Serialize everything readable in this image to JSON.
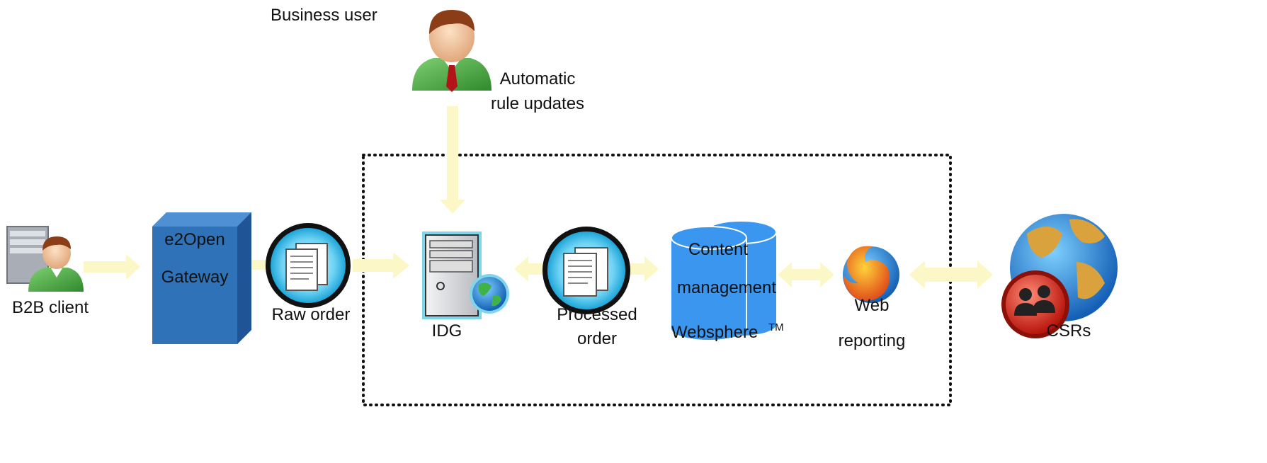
{
  "labels": {
    "business_user": "Business user",
    "automatic_rule_updates_line1": "Automatic",
    "automatic_rule_updates_line2": "rule updates",
    "b2b_client": "B2B client",
    "e2open_line1": "e2Open",
    "e2open_line2": "Gateway",
    "raw_order": "Raw order",
    "idg": "IDG",
    "processed_order_line1": "Processed",
    "processed_order_line2": "order",
    "content_line1": "Content",
    "content_line2": "management",
    "websphere": "Websphere",
    "websphere_tm": "TM",
    "web_reporting_line1": "Web",
    "web_reporting_line2": "reporting",
    "csrs": "CSRs"
  },
  "icons": {
    "business_user": "business-user-icon",
    "b2b_client": "b2b-client-icon",
    "gateway": "gateway-box-icon",
    "raw_order": "document-badge-icon",
    "idg": "server-globe-icon",
    "processed_order": "document-badge-icon",
    "content_management": "database-cylinder-icon",
    "web_reporting": "firefox-browser-icon",
    "csrs": "globe-users-icon"
  },
  "colors": {
    "arrow": "#fbf7c6",
    "gateway_blue": "#2f72b8",
    "cylinder_blue": "#3a96ee",
    "boundary": "#111111"
  }
}
